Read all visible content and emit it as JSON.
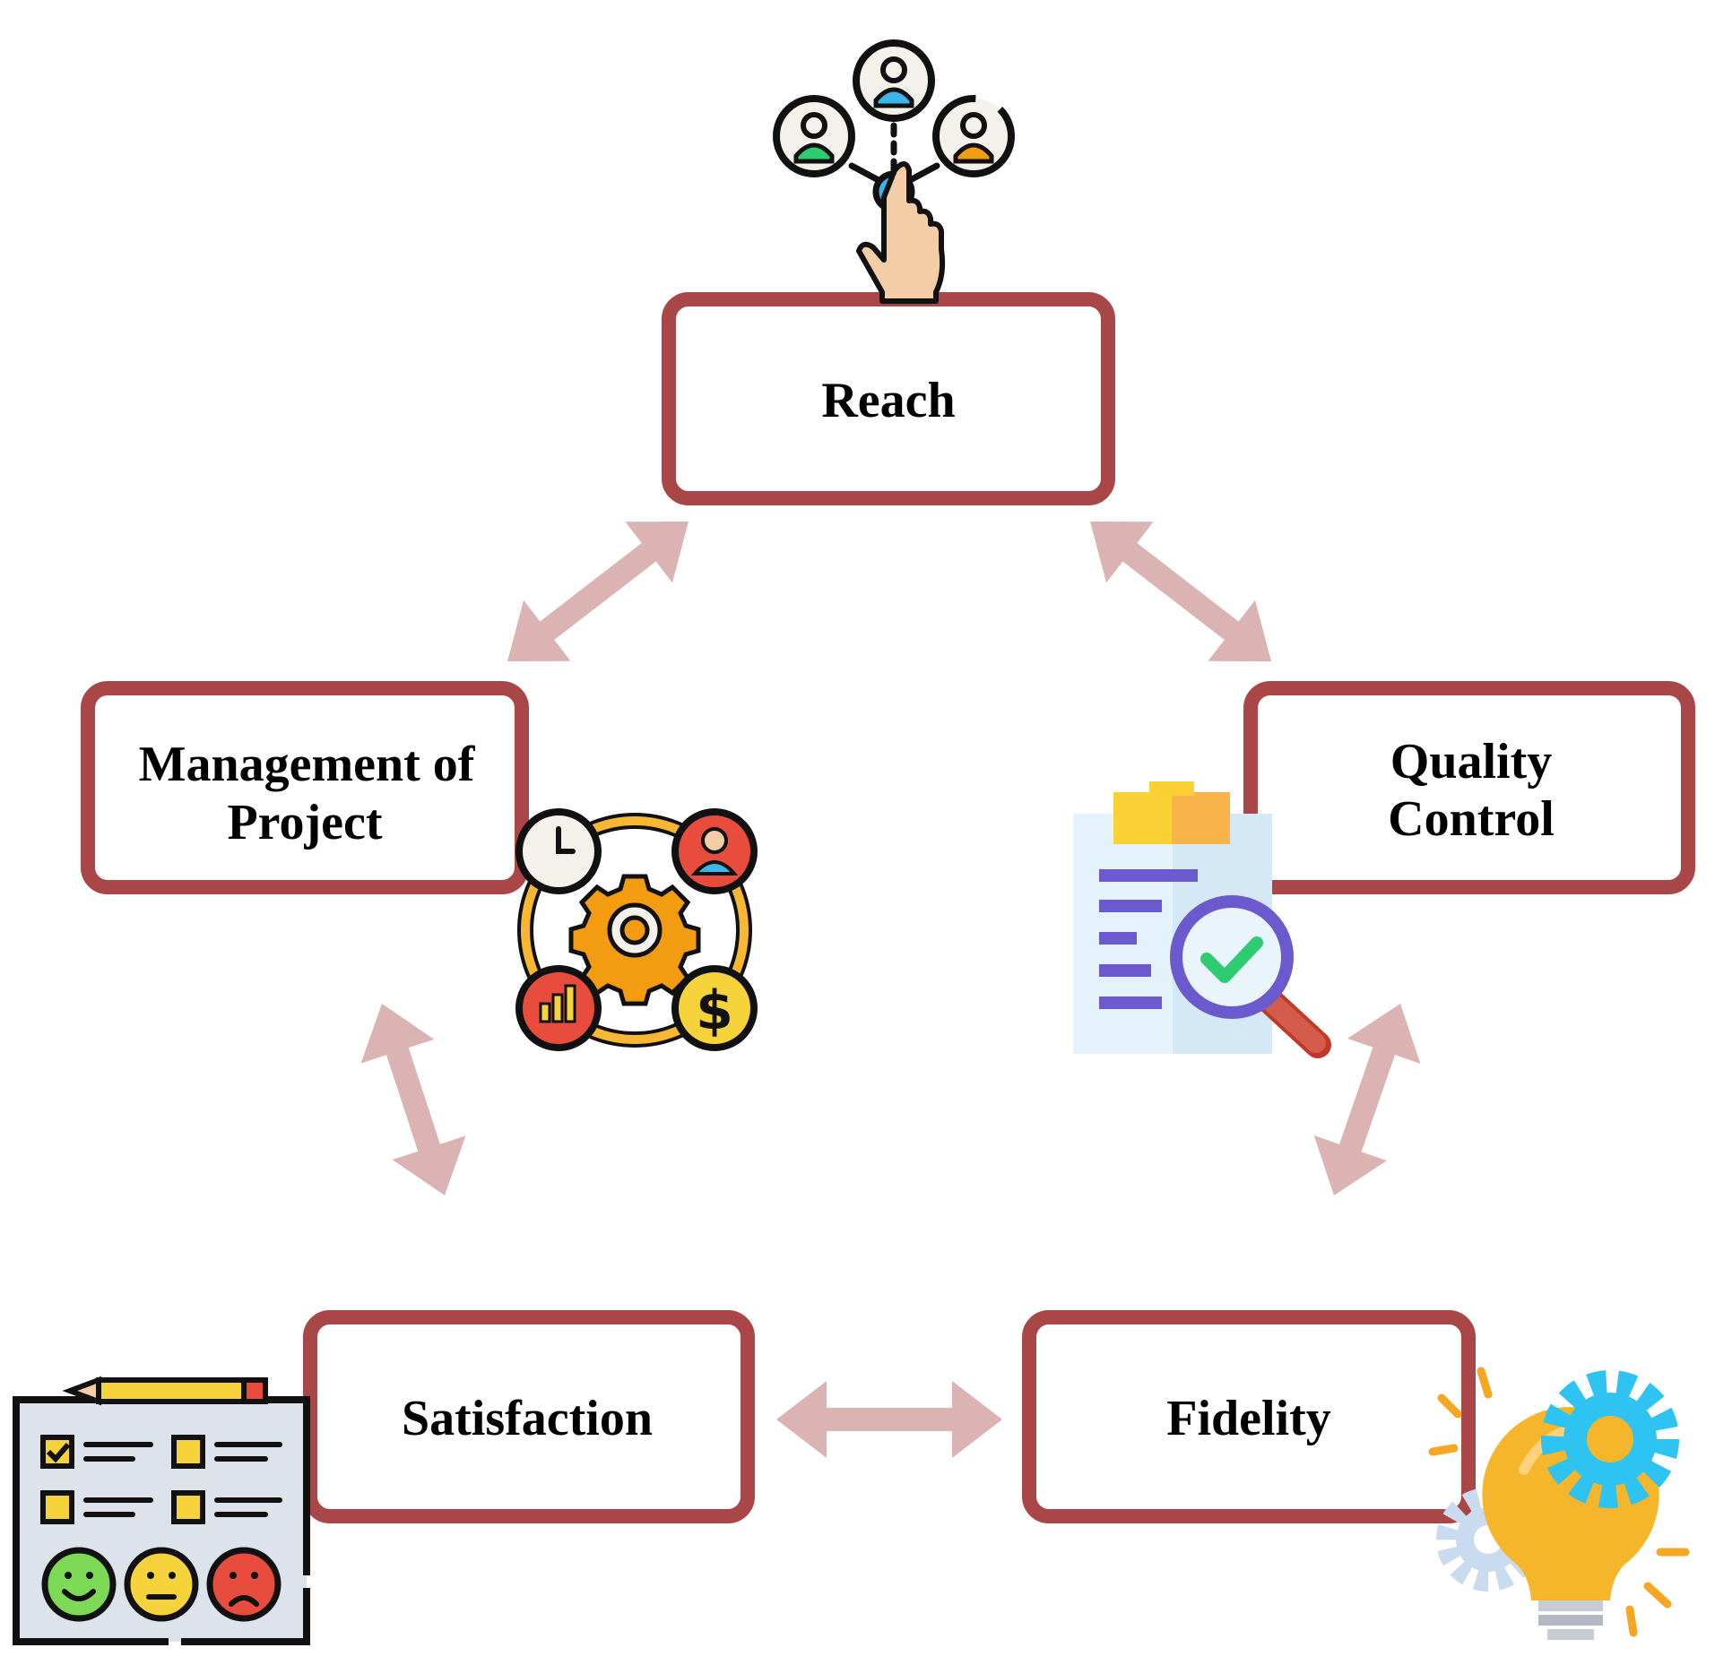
{
  "nodes": {
    "reach": {
      "lines": [
        "Reach"
      ]
    },
    "management": {
      "lines": [
        "Management of",
        "Project"
      ]
    },
    "quality": {
      "lines": [
        "Quality",
        "Control"
      ]
    },
    "satisfaction": {
      "lines": [
        "Satisfaction"
      ]
    },
    "fidelity": {
      "lines": [
        "Fidelity"
      ]
    }
  },
  "colors": {
    "box_border": "#a84648",
    "arrow_fill": "#dcb3b3",
    "text": "#000000",
    "icon_orange": "#f6a623",
    "icon_blue": "#2ec3f0",
    "icon_red": "#e85a4f",
    "icon_yellow": "#f9d423",
    "icon_green": "#7ed957"
  },
  "icons": {
    "reach": "people-network-hand-icon",
    "management": "project-management-gear-icon",
    "quality": "clipboard-magnifier-check-icon",
    "satisfaction": "survey-checklist-emoji-icon",
    "fidelity": "lightbulb-gears-icon"
  }
}
